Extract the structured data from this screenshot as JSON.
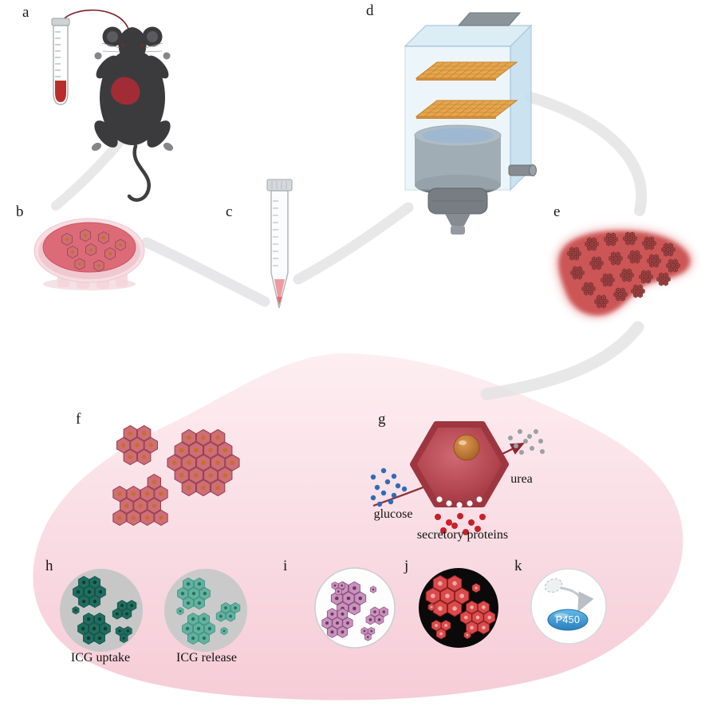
{
  "figure": {
    "panel_labels": {
      "a": "a",
      "b": "b",
      "c": "c",
      "d": "d",
      "e": "e",
      "f": "f",
      "g": "g",
      "h": "h",
      "i": "i",
      "j": "j",
      "k": "k"
    },
    "captions": {
      "glucose": "glucose",
      "urea": "urea",
      "secretory_proteins": "secretory proteins",
      "icg_uptake": "ICG uptake",
      "icg_release": "ICG release",
      "p450": "P450"
    },
    "colors": {
      "background_blob_top": "#fdeef2",
      "background_blob_bottom": "#f6ccd7",
      "organoid_fill": "#d06d76",
      "organoid_stroke": "#91434c",
      "organoid_center_dot": "#c2702d",
      "liver_hex_fill": "#a04545",
      "icg_uptake_green": "#1f6e60",
      "icg_release_teal": "#62b2a0",
      "stain_purple": "#c793bb",
      "fluorescent_red": "#d94b4b",
      "p450_blue": "#3f9ad2",
      "glucose_dot_blue": "#2e6db4",
      "urea_dot_gray": "#9aa0a4",
      "protein_dot_red": "#c8202a",
      "arrow_dark_red": "#8e2a33",
      "mouse_body_gray": "#3b3b3d",
      "blood_red": "#b92d2d",
      "mesh_plate_orange": "#e5a74e",
      "chamber_glass_blue": "#cfe5f1",
      "medium_pink": "#dd6b77"
    }
  }
}
